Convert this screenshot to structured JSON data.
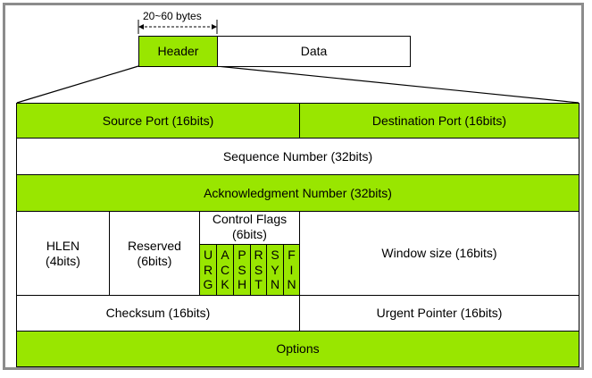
{
  "size_label": "20~60 bytes",
  "segment": {
    "header_label": "Header",
    "data_label": "Data"
  },
  "fields": {
    "source_port": "Source Port (16bits)",
    "destination_port": "Destination Port (16bits)",
    "sequence_number": "Sequence Number (32bits)",
    "ack_number": "Acknowledgment Number (32bits)",
    "hlen": "HLEN (4bits)",
    "reserved": "Reserved (6bits)",
    "control_flags": "Control Flags (6bits)",
    "flags": [
      {
        "letters": [
          "U",
          "R",
          "G"
        ]
      },
      {
        "letters": [
          "A",
          "C",
          "K"
        ]
      },
      {
        "letters": [
          "P",
          "S",
          "H"
        ]
      },
      {
        "letters": [
          "R",
          "S",
          "T"
        ]
      },
      {
        "letters": [
          "S",
          "Y",
          "N"
        ]
      },
      {
        "letters": [
          "F",
          "I",
          "N"
        ]
      }
    ],
    "window_size": "Window size (16bits)",
    "checksum": "Checksum (16bits)",
    "urgent_pointer": "Urgent Pointer (16bits)",
    "options": "Options"
  },
  "colors": {
    "accent_green": "#99e600",
    "border": "#000000",
    "frame": "#8c8c8c"
  }
}
